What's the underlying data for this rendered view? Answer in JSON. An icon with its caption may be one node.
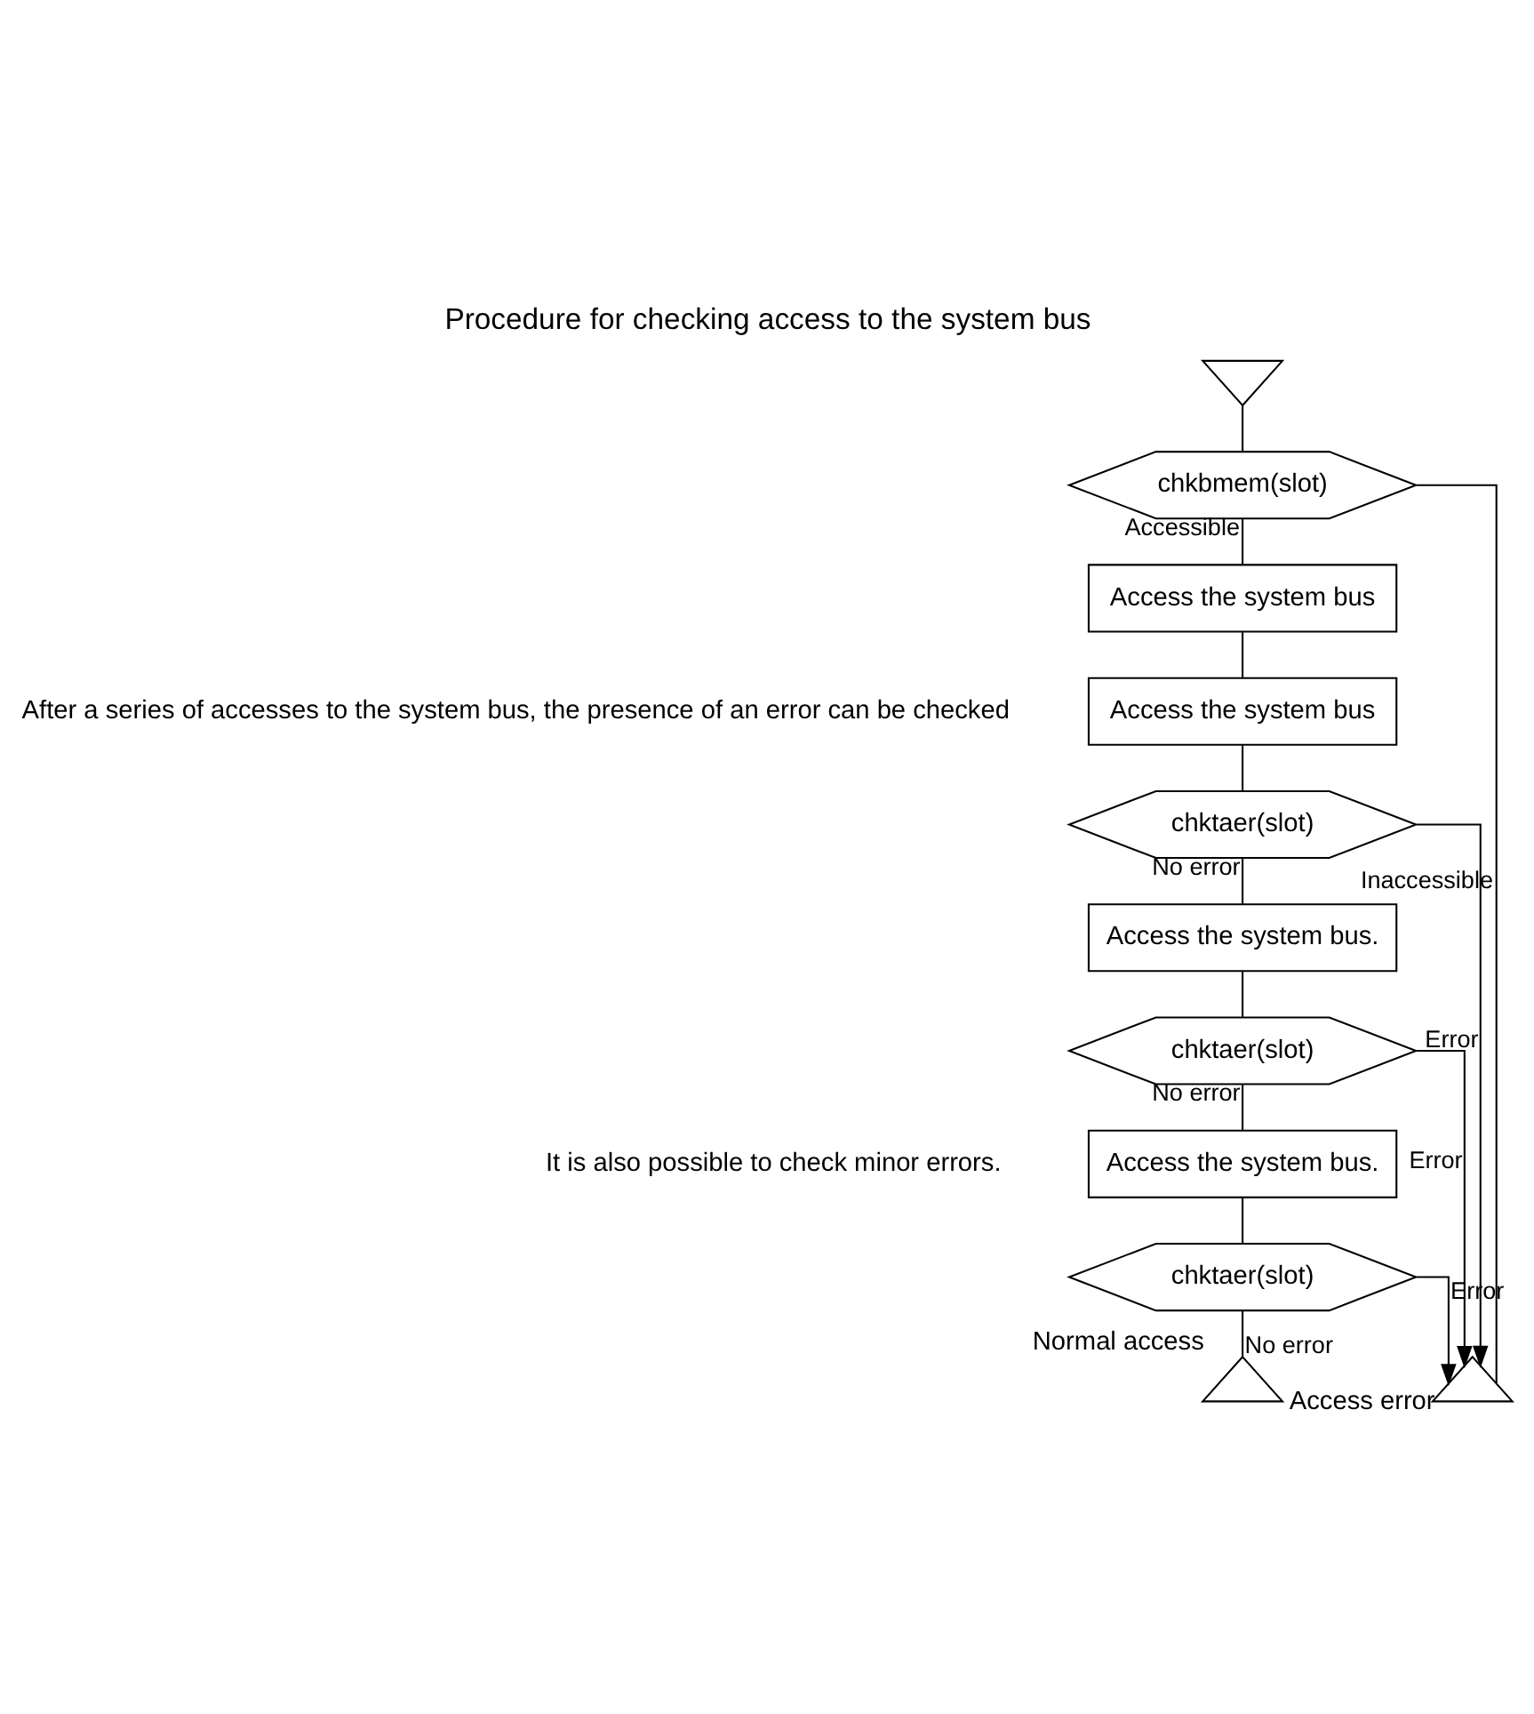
{
  "diagram": {
    "title": "Procedure for checking access to the system bus",
    "nodes": [
      {
        "text": [],
        "shape": "triangle"
      },
      {
        "text": [
          "chkbmem(slot)"
        ]
      },
      {
        "text": [
          "Access the system bus"
        ]
      },
      {
        "text": [
          "Access the system bus"
        ]
      },
      {
        "text": [
          "chktaer(slot)"
        ]
      },
      {
        "text": [
          "Access the system bus."
        ]
      },
      {
        "text": [
          "chktaer(slot)"
        ]
      },
      {
        "text": [
          "Access the system bus."
        ]
      },
      {
        "text": [
          "chktaer(slot)"
        ]
      },
      {
        "text": [
          "Normal access"
        ]
      },
      {
        "text": [
          "Access error"
        ]
      }
    ],
    "edges": [
      {
        "from": 0,
        "to": 1,
        "arrow": "none"
      },
      {
        "from": 1,
        "to": 2,
        "arrow": "none",
        "label": "Accessible"
      },
      {
        "from": 1,
        "to": 10,
        "arrow": "none",
        "label": "Inaccessible"
      },
      {
        "from": 2,
        "to": 3,
        "arrow": "none"
      },
      {
        "from": 3,
        "to": 4,
        "arrow": "none"
      },
      {
        "from": 4,
        "to": 10,
        "arrow": "to",
        "label": "Error"
      },
      {
        "from": 4,
        "to": 5,
        "arrow": "none",
        "label": "No error"
      },
      {
        "from": 5,
        "to": 6,
        "arrow": "none"
      },
      {
        "from": 6,
        "to": 10,
        "arrow": "to",
        "label": "Error"
      },
      {
        "from": 6,
        "to": 7,
        "arrow": "none",
        "label": "No error"
      },
      {
        "from": 7,
        "to": 8,
        "arrow": "none"
      },
      {
        "from": 8,
        "to": 10,
        "arrow": "to",
        "label": "Error"
      },
      {
        "from": 8,
        "to": 9,
        "arrow": "none",
        "label": "No error"
      }
    ],
    "labels": [
      "After a series of accesses to the system bus, the presence of an error can be checked",
      "It is also possible to check minor errors."
    ]
  }
}
